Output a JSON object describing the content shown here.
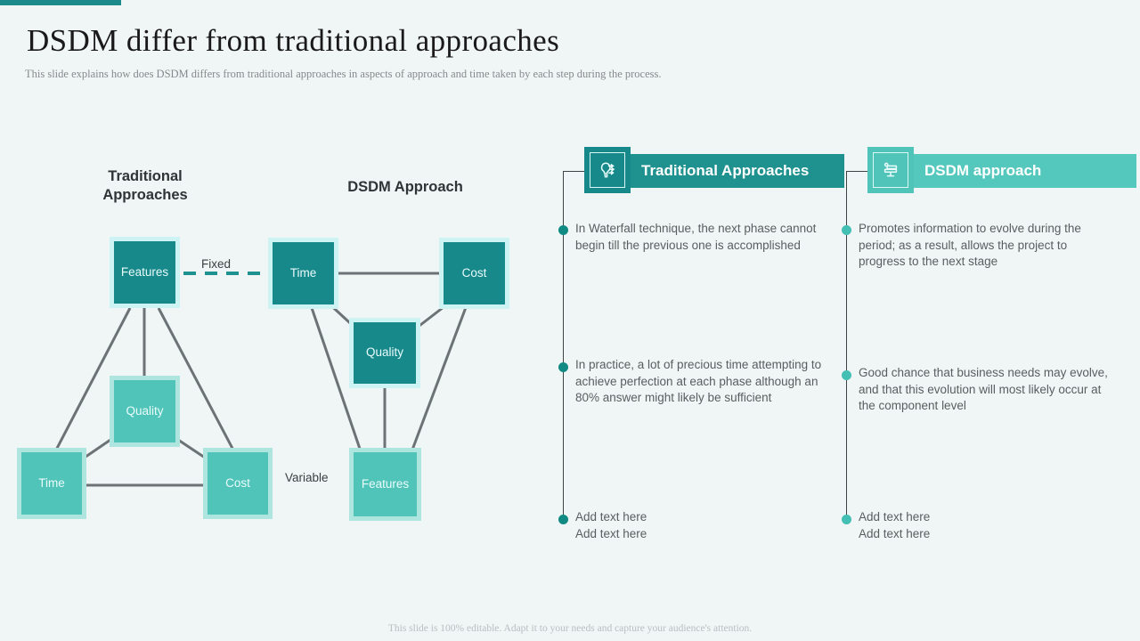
{
  "slide": {
    "title": "DSDM differ from traditional approaches",
    "subtitle": "This slide explains how does DSDM differs from traditional approaches in aspects of approach and time taken by each step during the process.",
    "footer": "This slide is 100% editable. Adapt it to your needs and capture your audience's attention.",
    "accent_color": "#1c8a8a",
    "background_color": "#f0f5f5"
  },
  "diagram": {
    "traditional": {
      "title": "Traditional\nApproaches",
      "title_line1": "Traditional",
      "title_line2": "Approaches",
      "nodes": {
        "features": "Features",
        "quality": "Quality",
        "time": "Time",
        "cost": "Cost"
      }
    },
    "dsdm": {
      "title": "DSDM Approach",
      "nodes": {
        "time": "Time",
        "cost": "Cost",
        "quality": "Quality",
        "features": "Features"
      }
    },
    "edge_labels": {
      "fixed": "Fixed",
      "variable": "Variable"
    }
  },
  "columns": [
    {
      "key": "traditional",
      "header": "Traditional Approaches",
      "icon": "lightbulb-arrows-icon",
      "header_bg": "#1f918f",
      "icon_bg": "#17898b",
      "dot_color": "#118a84",
      "bullets": [
        "In Waterfall technique, the next phase cannot begin till the previous one is accomplished",
        "In practice, a lot of precious time attempting to achieve perfection at each phase although an 80% answer might likely be sufficient",
        "Add text here\nAdd text here"
      ],
      "bullet_last_line1": "Add text here",
      "bullet_last_line2": "Add text here"
    },
    {
      "key": "dsdm",
      "header": "DSDM approach",
      "icon": "presentation-board-icon",
      "header_bg": "#55c8bd",
      "icon_bg": "#51c4b9",
      "dot_color": "#44bfb4",
      "bullets": [
        "Promotes information to evolve during the period; as a result, allows the project to progress to the next stage",
        "Good chance that business needs may evolve, and that this evolution will most likely occur at the component level",
        "Add text here\nAdd text here"
      ],
      "bullet_last_line1": "Add text here",
      "bullet_last_line2": "Add text here"
    }
  ]
}
